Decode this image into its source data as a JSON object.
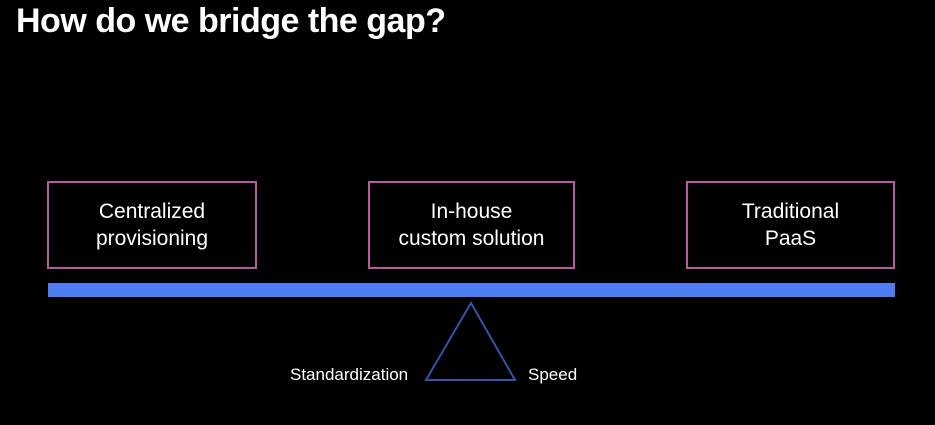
{
  "slide": {
    "title": "How do we bridge the gap?"
  },
  "boxes": [
    {
      "line1": "Centralized",
      "line2": "provisioning"
    },
    {
      "line1": "In-house",
      "line2": "custom solution"
    },
    {
      "line1": "Traditional",
      "line2": "PaaS"
    }
  ],
  "balance": {
    "left_label": "Standardization",
    "right_label": "Speed"
  },
  "colors": {
    "background": "#000000",
    "title_text": "#ffffff",
    "box_border": "#bb58a3",
    "box_text": "#ffffff",
    "beam": "#4d7ff2",
    "triangle_outline": "#3254ad",
    "label_text": "#ffffff"
  }
}
